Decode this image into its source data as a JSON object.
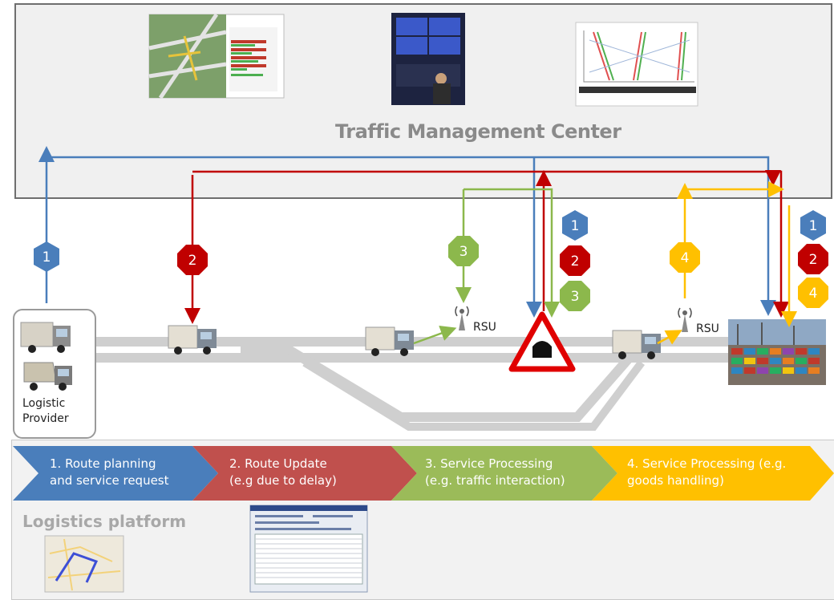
{
  "tmc": {
    "title": "Traffic Management Center"
  },
  "platform": {
    "title": "Logistics platform"
  },
  "logistic_provider": {
    "line1": "Logistic",
    "line2": "Provider"
  },
  "rsu": {
    "label1": "RSU",
    "label2": "RSU"
  },
  "steps": [
    {
      "line1": "1. Route planning",
      "line2": "and service request",
      "color": "#4a7ebb"
    },
    {
      "line1": "2. Route Update",
      "line2": "(e.g due to delay)",
      "color": "#c0504d"
    },
    {
      "line1": "3. Service Processing",
      "line2": "(e.g. traffic interaction)",
      "color": "#9bbb59"
    },
    {
      "line1": "4. Service Processing (e.g.",
      "line2": "goods handling)",
      "color": "#ffc000"
    }
  ],
  "badges": {
    "b1": "1",
    "b2": "2",
    "b3": "3",
    "b4": "4",
    "tun1": "1",
    "tun2": "2",
    "tun3": "3",
    "port1": "1",
    "port2": "2",
    "port4": "4"
  },
  "colors": {
    "blue": "#4a7ebb",
    "red": "#c00000",
    "green": "#8cb84c",
    "yellow": "#ffc000",
    "road": "#cfcfcf"
  }
}
